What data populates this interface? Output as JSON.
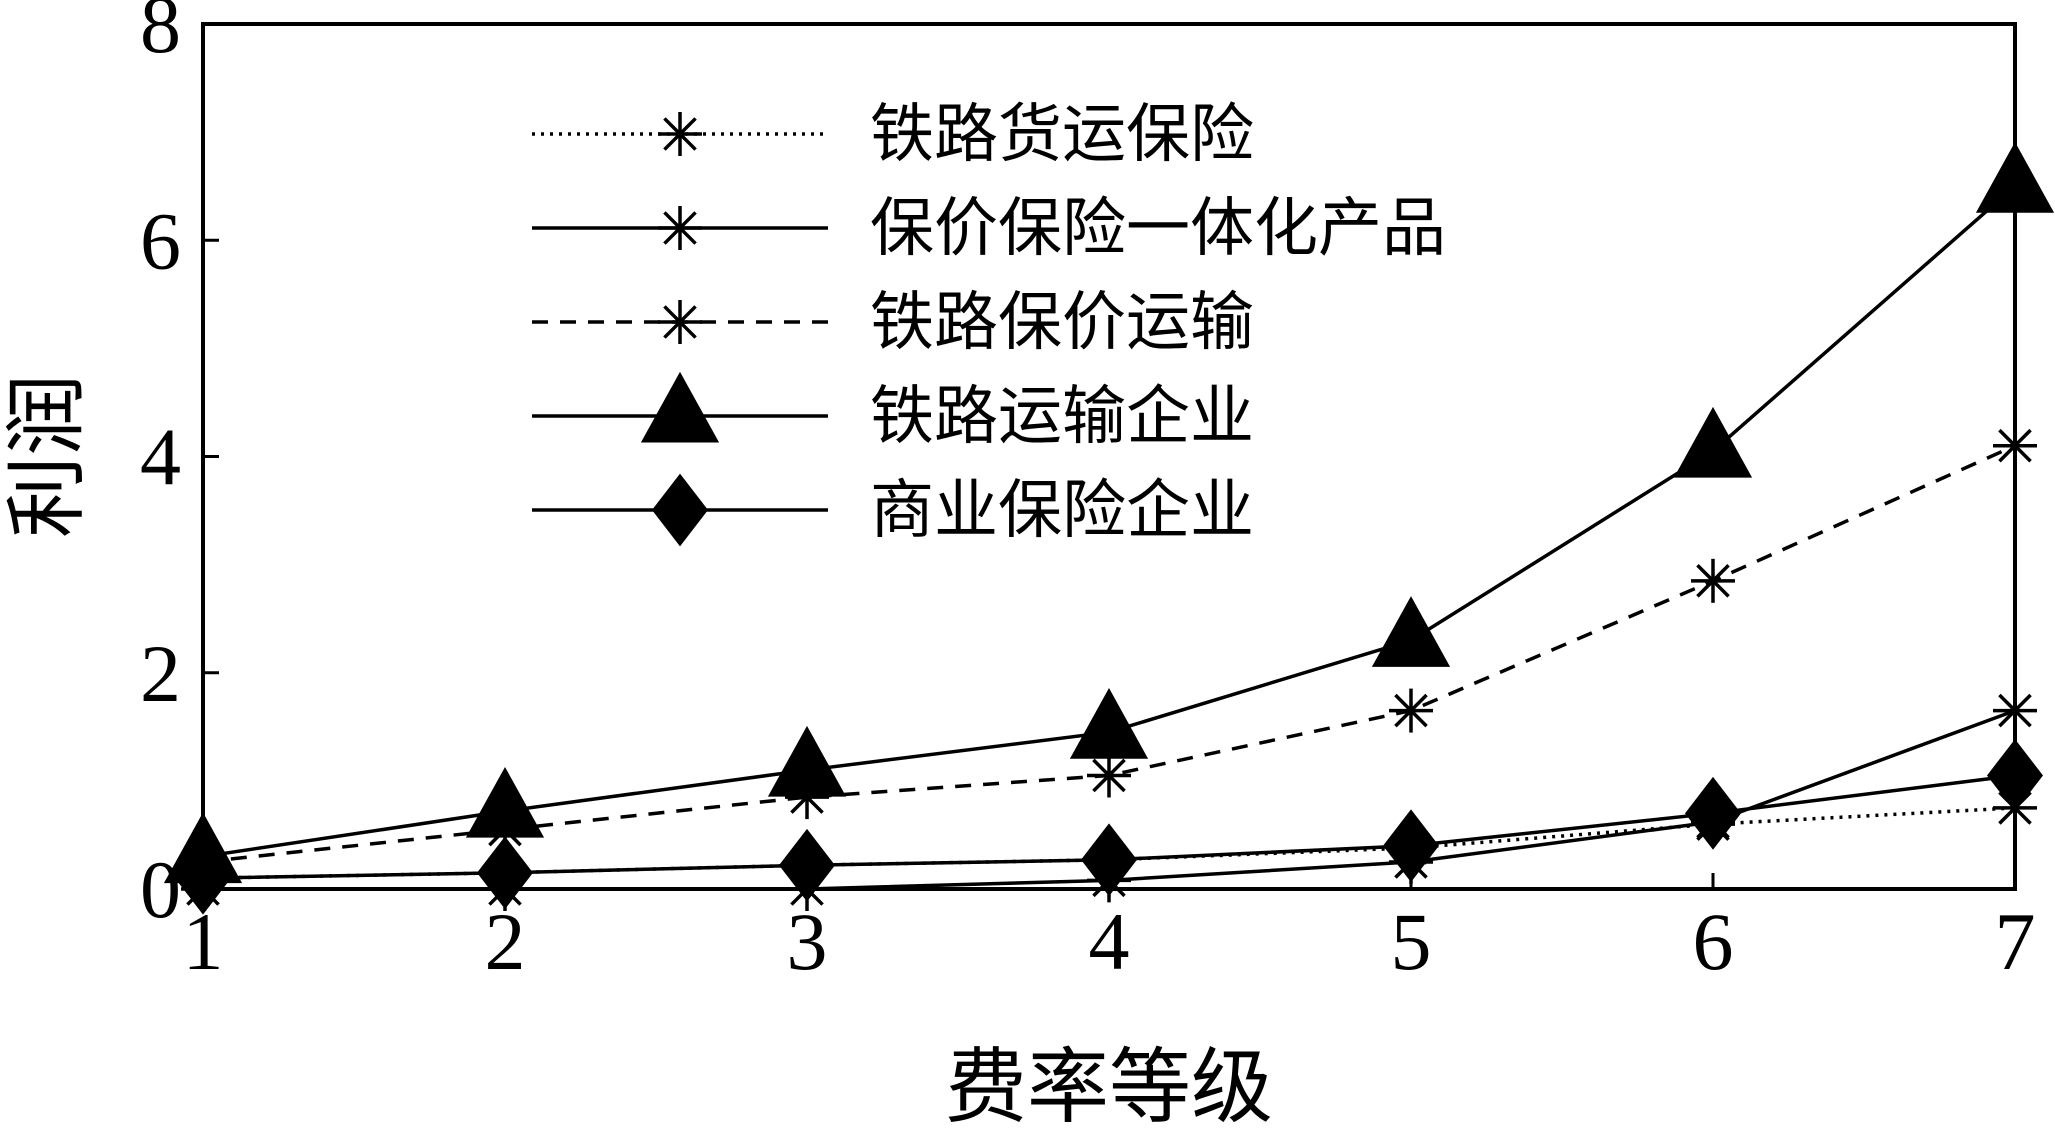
{
  "chart_data": {
    "type": "line",
    "title": "",
    "xlabel": "费率等级",
    "ylabel": "利润",
    "x": [
      1,
      2,
      3,
      4,
      5,
      6,
      7
    ],
    "xlim": [
      1,
      7
    ],
    "ylim": [
      0,
      8
    ],
    "xticks": [
      "1",
      "2",
      "3",
      "4",
      "5",
      "6",
      "7"
    ],
    "yticks": [
      "0",
      "2",
      "4",
      "6",
      "8"
    ],
    "grid": false,
    "legend_position": "top-left",
    "series": [
      {
        "name": "铁路货运保险",
        "values": [
          0.1,
          0.15,
          0.22,
          0.27,
          0.38,
          0.6,
          0.75
        ],
        "line": "dotted",
        "marker": "asterisk"
      },
      {
        "name": "保价保险一体化产品",
        "values": [
          0.0,
          0.0,
          0.0,
          0.08,
          0.25,
          0.62,
          1.65
        ],
        "line": "solid",
        "marker": "asterisk"
      },
      {
        "name": "铁路保价运输",
        "values": [
          0.25,
          0.55,
          0.85,
          1.05,
          1.65,
          2.85,
          4.1
        ],
        "line": "dashed",
        "marker": "asterisk"
      },
      {
        "name": "铁路运输企业",
        "values": [
          0.3,
          0.72,
          1.1,
          1.45,
          2.3,
          4.05,
          6.5
        ],
        "line": "solid",
        "marker": "triangle"
      },
      {
        "name": "商业保险企业",
        "values": [
          0.1,
          0.15,
          0.22,
          0.27,
          0.4,
          0.7,
          1.05
        ],
        "line": "solid",
        "marker": "diamond"
      }
    ]
  }
}
